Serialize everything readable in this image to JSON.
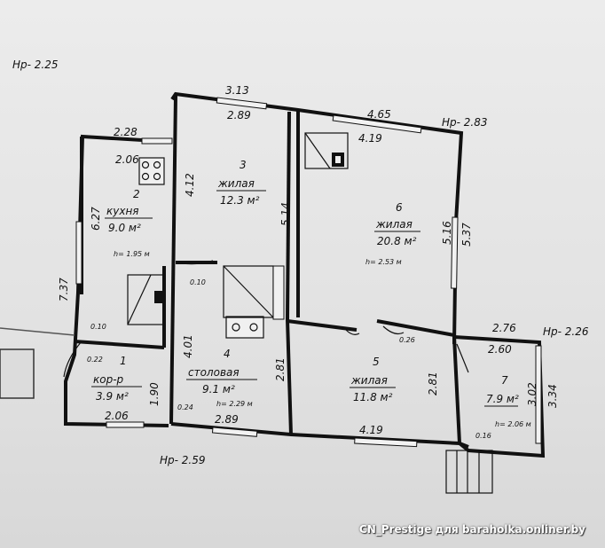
{
  "levels": {
    "top_left": "Нр- 2.25",
    "top_right": "Нр- 2.83",
    "right": "Нр- 2.26",
    "bottom": "Нр- 2.59"
  },
  "rooms": [
    {
      "number": "1",
      "name": "кор-р",
      "area": "3.9 м²"
    },
    {
      "number": "2",
      "name": "кухня",
      "area": "9.0 м²",
      "height": "h= 1.95 м"
    },
    {
      "number": "3",
      "name": "жилая",
      "area": "12.3 м²"
    },
    {
      "number": "4",
      "name": "столовая",
      "area": "9.1 м²",
      "height": "h= 2.29 м"
    },
    {
      "number": "5",
      "name": "жилая",
      "area": "11.8 м²"
    },
    {
      "number": "6",
      "name": "жилая",
      "area": "20.8 м²",
      "height": "h= 2.53 м"
    },
    {
      "number": "7",
      "name": "",
      "area": "7.9 м²",
      "height": "h= 2.06 м"
    }
  ],
  "dims": {
    "d_313": "3.13",
    "d_289a": "2.89",
    "d_465": "4.65",
    "d_419a": "4.19",
    "d_228": "2.28",
    "d_206a": "2.06",
    "d_627": "6.27",
    "d_737": "7.37",
    "d_412": "4.12",
    "d_514": "5.14",
    "d_516": "5.16",
    "d_537": "5.37",
    "d_276": "2.76",
    "d_260": "2.60",
    "d_302": "3.02",
    "d_334": "3.34",
    "d_401": "4.01",
    "d_281a": "2.81",
    "d_281b": "2.81",
    "d_190": "1.90",
    "d_206b": "2.06",
    "d_289b": "2.89",
    "d_419b": "4.19",
    "d_010a": "0.10",
    "d_022": "0.22",
    "d_010b": "0.10",
    "d_024": "0.24",
    "d_026": "0.26",
    "d_016": "0.16"
  },
  "watermark": "CN_Prestige для baraholka.onliner.by"
}
